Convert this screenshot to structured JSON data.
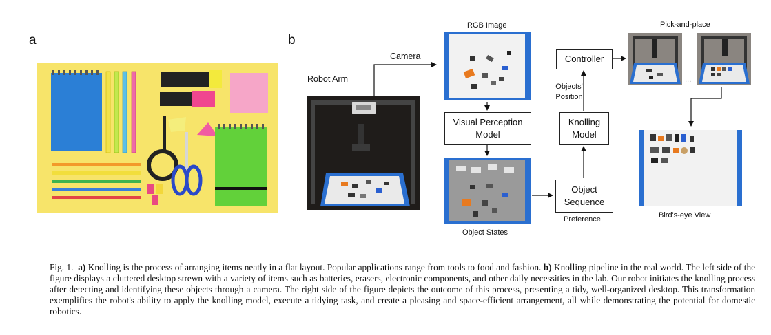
{
  "panels": {
    "a": {
      "letter": "a"
    },
    "b": {
      "letter": "b"
    }
  },
  "labels": {
    "robot_arm": "Robot Arm",
    "camera": "Camera",
    "rgb_image": "RGB Image",
    "visual_perception": "Visual Perception Model",
    "object_states": "Object States",
    "object_sequence": "Object Sequence",
    "preference": "Preference",
    "knolling_model": "Knolling Model",
    "objects_position": "Objects' Position",
    "controller": "Controller",
    "pick_and_place": "Pick-and-place",
    "ellipsis": "...",
    "birds_eye_view": "Bird's-eye View"
  },
  "caption": {
    "fig_label": "Fig. 1.",
    "a_label": "a)",
    "a_text": "Knolling is the process of arranging items neatly in a flat layout. Popular applications range from tools to food and fashion.",
    "b_label": "b)",
    "b_text": "Knolling pipeline in the real world. The left side of the figure displays a cluttered desktop strewn with a variety of items such as batteries, erasers, electronic components, and other daily necessities in the lab. Our robot initiates the knolling process after detecting and identifying these objects through a camera. The right side of the figure depicts the outcome of this process, presenting a tidy, well-organized desktop. This transformation exemplifies the robot's ability to apply the knolling model, execute a tidying task, and create a pleasing and space-efficient arrangement, all while demonstrating the potential for domestic robotics."
  },
  "colors": {
    "yellow_bg": "#f7e46a",
    "blue_mat": "#2a6fd0",
    "green_pad": "#62d13a",
    "pink_note": "#f6a6c8"
  }
}
